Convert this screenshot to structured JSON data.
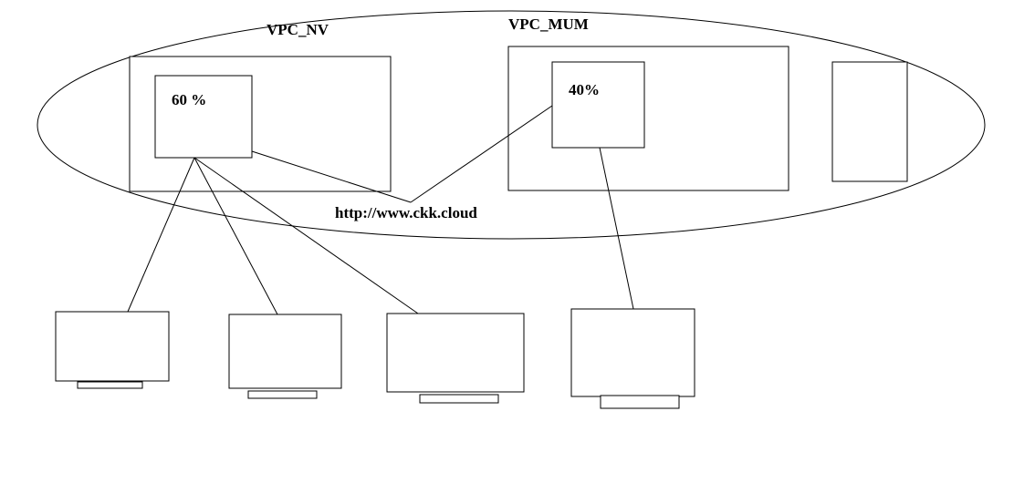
{
  "labels": {
    "vpc_nv": "VPC_NV",
    "vpc_mum": "VPC_MUM",
    "nv_share": "60 %",
    "mum_share": "40%",
    "url": "http://www.ckk.cloud"
  },
  "colors": {
    "stroke": "#000000",
    "background": "#ffffff"
  }
}
